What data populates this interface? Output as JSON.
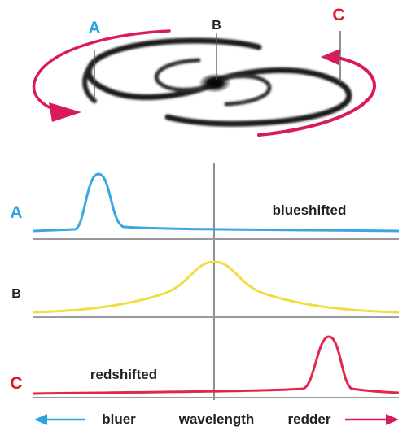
{
  "galaxy": {
    "markers": [
      {
        "id": "A",
        "label": "A",
        "color": "#2aa3e0"
      },
      {
        "id": "B",
        "label": "B",
        "color": "#222222"
      },
      {
        "id": "C",
        "label": "C",
        "color": "#e0182d"
      }
    ],
    "rotation_arrow_color": "#d81b5a"
  },
  "spectra": [
    {
      "id": "A",
      "label": "A",
      "label_color": "#2aa3e0",
      "line_color": "#3aa7e2",
      "annotation": "blueshifted",
      "peak_position": "bluer"
    },
    {
      "id": "B",
      "label": "B",
      "label_color": "#222222",
      "line_color": "#f1dc42",
      "annotation": "",
      "peak_position": "center"
    },
    {
      "id": "C",
      "label": "C",
      "label_color": "#e0182d",
      "line_color": "#e0294a",
      "annotation": "redshifted",
      "peak_position": "redder"
    }
  ],
  "axis": {
    "left_label": "bluer",
    "center_label": "wavelength",
    "right_label": "redder",
    "left_arrow_color": "#2aa3e0",
    "right_arrow_color": "#d81b5a"
  }
}
